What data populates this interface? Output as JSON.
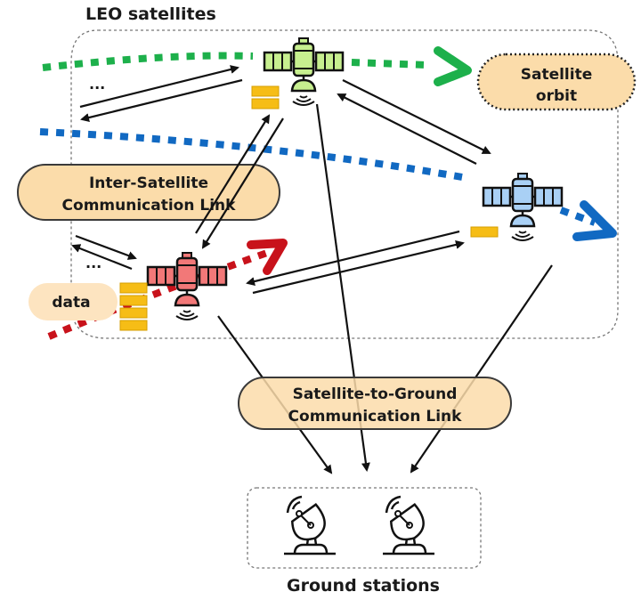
{
  "title": "LEO satellites",
  "labels": {
    "satellite_orbit_line1": "Satellite",
    "satellite_orbit_line2": "orbit",
    "inter_satellite_line1": "Inter-Satellite",
    "inter_satellite_line2": "Communication Link",
    "data": "data",
    "ground_link_line1": "Satellite-to-Ground",
    "ground_link_line2": "Communication Link",
    "ground_stations": "Ground stations",
    "ellipsis": "···"
  },
  "colors": {
    "green_orbit": "#1db04b",
    "blue_orbit": "#1169c2",
    "red_orbit": "#c8121b",
    "pill_fill": "#fbdcaa",
    "data_block": "#f6bd16",
    "sat_green": "#c7ef8f",
    "sat_blue": "#a9d0f5",
    "sat_red": "#f27878"
  },
  "satellites": [
    {
      "name": "green",
      "data_blocks": 2
    },
    {
      "name": "blue",
      "data_blocks": 1
    },
    {
      "name": "red",
      "data_blocks": 4
    }
  ],
  "ground_station_count": 2
}
